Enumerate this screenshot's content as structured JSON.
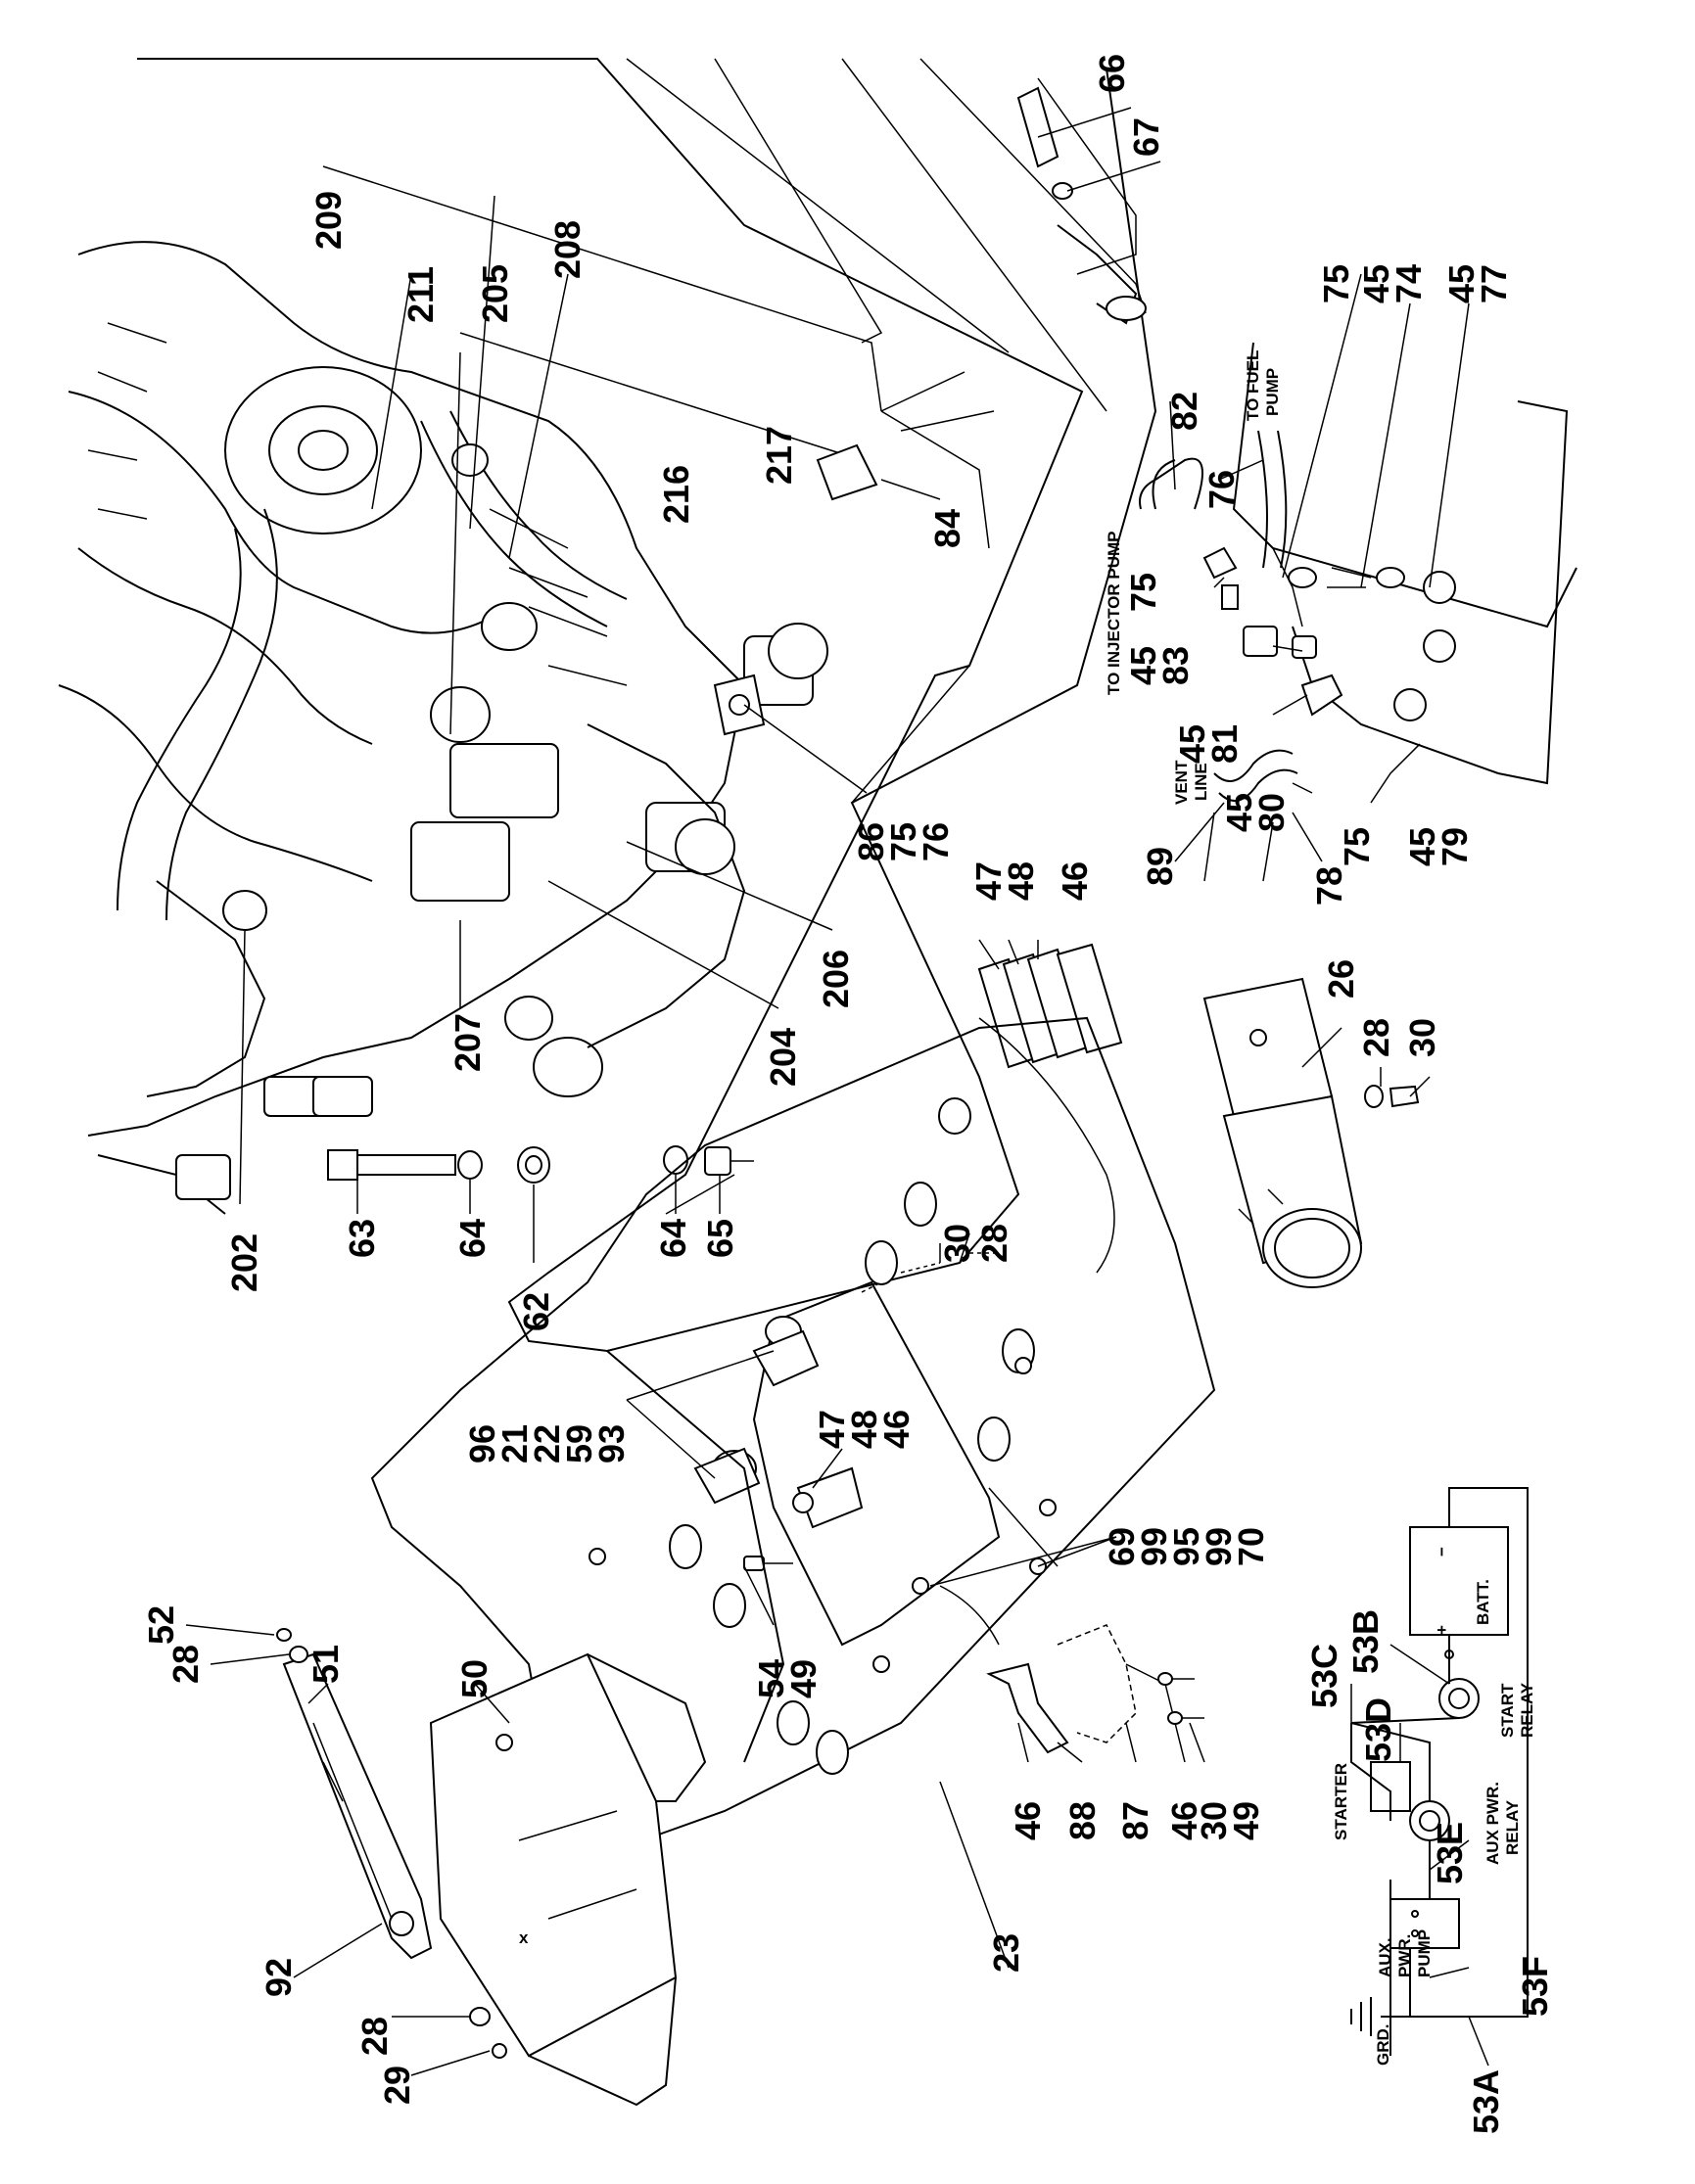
{
  "callouts": {
    "c202": "202",
    "c63": "63",
    "c64a": "64",
    "c62": "62",
    "c64b": "64",
    "c65": "65",
    "c207": "207",
    "c204": "204",
    "c206": "206",
    "c86": "86",
    "c75a": "75",
    "c76a": "76",
    "c84": "84",
    "c217": "217",
    "c216": "216",
    "c211": "211",
    "c209": "209",
    "c205": "205",
    "c208": "208",
    "c66": "66",
    "c67": "67",
    "c82": "82",
    "c76b": "76",
    "c75b": "75",
    "c45a": "45",
    "c74": "74",
    "c45b": "45",
    "c77": "77",
    "c75c": "75",
    "c45c": "45",
    "c83": "83",
    "c45d": "45",
    "c81": "81",
    "c45e": "45",
    "c80": "80",
    "c75d": "75",
    "c45f": "45",
    "c79": "79",
    "c89": "89",
    "c78": "78",
    "c47a": "47",
    "c48a": "48",
    "c46a": "46",
    "c26": "26",
    "c28a": "28",
    "c30a": "30",
    "c30b": "30",
    "c28b": "28",
    "c96": "96",
    "c21": "21",
    "c22": "22",
    "c59": "59",
    "c93": "93",
    "c47b": "47",
    "c48b": "48",
    "c46b": "46",
    "c69": "69",
    "c99a": "99",
    "c95": "95",
    "c99b": "99",
    "c70": "70",
    "c54": "54",
    "c49a": "49",
    "c46c": "46",
    "c88": "88",
    "c87": "87",
    "c46d": "46",
    "c30c": "30",
    "c49b": "49",
    "c50": "50",
    "c52": "52",
    "c28c": "28",
    "c51": "51",
    "c92": "92",
    "c28d": "28",
    "c29": "29",
    "c23": "23",
    "c53A": "53A",
    "c53B": "53B",
    "c53C": "53C",
    "c53D": "53D",
    "c53E": "53E",
    "c53F": "53F"
  },
  "notes": {
    "to_injector_pump": "TO INJECTOR PUMP",
    "to_fuel_pump_1": "TO FUEL",
    "to_fuel_pump_2": "PUMP",
    "vent_line_1": "VENT",
    "vent_line_2": "LINE"
  },
  "schematic": {
    "batt": "BATT.",
    "plus": "+",
    "minus": "−",
    "start_relay_1": "START",
    "start_relay_2": "RELAY",
    "aux_relay_1": "AUX PWR.",
    "aux_relay_2": "RELAY",
    "starter": "STARTER",
    "aux_pump_1": "AUX.",
    "aux_pump_2": "PWR.",
    "aux_pump_3": "PUMP",
    "grd": "GRD."
  }
}
